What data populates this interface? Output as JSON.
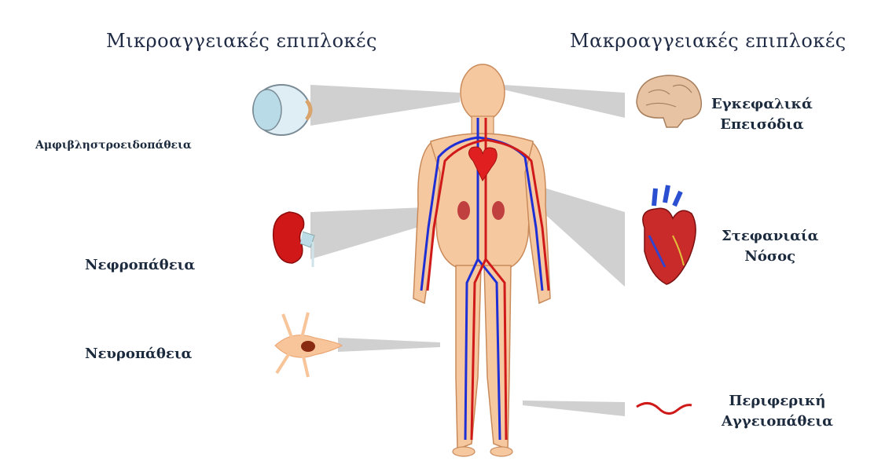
{
  "headings": {
    "micro": "Μικροαγγειακές επιπλοκές",
    "macro": "Μακροαγγειακές επιπλοκές"
  },
  "micro_complications": [
    {
      "label": "Αμφιβληστροειδοπάθεια",
      "icon": "eye-icon"
    },
    {
      "label": "Νεφροπάθεια",
      "icon": "kidney-icon"
    },
    {
      "label": "Νευροπάθεια",
      "icon": "neuron-icon"
    }
  ],
  "macro_complications": [
    {
      "line1": "Εγκεφαλικά",
      "line2": "Επεισόδια",
      "icon": "brain-icon"
    },
    {
      "line1": "Στεφανιαία",
      "line2": "Νόσος",
      "icon": "heart-icon"
    },
    {
      "line1": "Περιφερική",
      "line2": "Αγγειοπάθεια",
      "icon": "blood-vessel-icon"
    }
  ],
  "colors": {
    "skin": "#f6c8a0",
    "skin_outline": "#c98a5a",
    "artery": "#d01a1a",
    "vein": "#1f2fd6",
    "connector": "#c8c8c8",
    "text": "#1c2a3e"
  }
}
